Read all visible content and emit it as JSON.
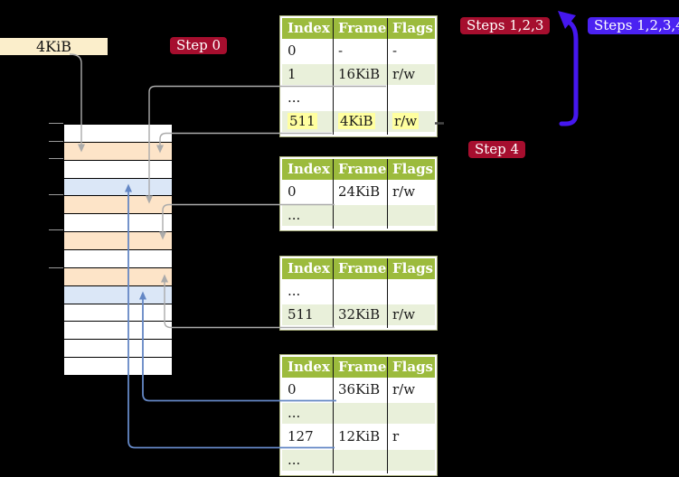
{
  "labels": {
    "page_size": "4KiB"
  },
  "badges": {
    "step0": "Step 0",
    "steps123": "Steps 1,2,3",
    "steps1234": "Steps 1,2,3,4",
    "step4": "Step 4"
  },
  "table_headers": [
    "Index",
    "Frame",
    "Flags"
  ],
  "tables": [
    {
      "name": "page-table-top",
      "rows": [
        {
          "cells": [
            "0",
            "-",
            "-"
          ],
          "shaded": false,
          "highlighted": false
        },
        {
          "cells": [
            "1",
            "16KiB",
            "r/w"
          ],
          "shaded": true,
          "highlighted": false
        },
        {
          "cells": [
            "...",
            "",
            ""
          ],
          "shaded": false,
          "highlighted": false
        },
        {
          "cells": [
            "511",
            "4KiB",
            "r/w"
          ],
          "shaded": true,
          "highlighted": true
        }
      ]
    },
    {
      "name": "page-table-second",
      "rows": [
        {
          "cells": [
            "0",
            "24KiB",
            "r/w"
          ],
          "shaded": false,
          "highlighted": false
        },
        {
          "cells": [
            "...",
            "",
            ""
          ],
          "shaded": true,
          "highlighted": false
        }
      ]
    },
    {
      "name": "page-table-third",
      "rows": [
        {
          "cells": [
            "...",
            "",
            ""
          ],
          "shaded": false,
          "highlighted": false
        },
        {
          "cells": [
            "511",
            "32KiB",
            "r/w"
          ],
          "shaded": true,
          "highlighted": false
        }
      ]
    },
    {
      "name": "page-table-bottom",
      "rows": [
        {
          "cells": [
            "0",
            "36KiB",
            "r/w"
          ],
          "shaded": false,
          "highlighted": false
        },
        {
          "cells": [
            "...",
            "",
            ""
          ],
          "shaded": true,
          "highlighted": false
        },
        {
          "cells": [
            "127",
            "12KiB",
            "r"
          ],
          "shaded": false,
          "highlighted": false
        },
        {
          "cells": [
            "...",
            "",
            ""
          ],
          "shaded": true,
          "highlighted": false
        }
      ]
    }
  ],
  "memory_column": {
    "rows": [
      "white",
      "peach",
      "white",
      "blue",
      "peach",
      "white",
      "peach",
      "white",
      "peach",
      "blue",
      "white",
      "white",
      "white",
      "white"
    ]
  },
  "colors": {
    "bg": "#000000",
    "cream": "#fbeecb",
    "badge-red": "#a60e2e",
    "badge-blue": "#4b22f2",
    "tbl-green": "#9cbb3d",
    "tbl-light": "#e9f0da",
    "peach": "#fde4c8",
    "lblue": "#dbe7f7",
    "highlight": "#ffffa0",
    "gray-conn": "#ababab",
    "blue-conn": "#6487c5",
    "arrow-indigo": "#4517ef"
  }
}
